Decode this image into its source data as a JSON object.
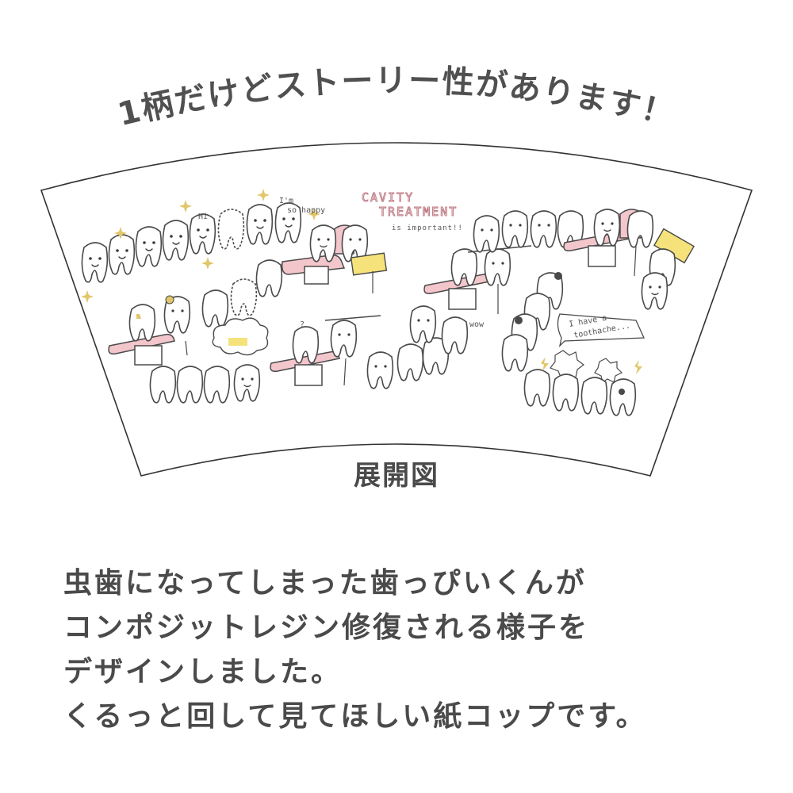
{
  "headline": "1柄だけどストーリー性があります！",
  "artwork": {
    "title_line1": "CAVITY",
    "title_line2": "TREATMENT",
    "title_line3": "is important!!",
    "bubbles": {
      "hi": "Hi",
      "happy_line1": "I'm",
      "happy_line2": "so happy",
      "question": "?",
      "wow": "wow",
      "toothache_line1": "I have a",
      "toothache_line2": "toothache..."
    }
  },
  "caption": "展開図",
  "description": [
    "虫歯になってしまった歯っぴいくんが",
    "コンポジットレジン修復される様子を",
    "デザインしました。",
    "くるっと回して見てほしい紙コップです。"
  ],
  "colors": {
    "text": "#4a4a4a",
    "chair_pink": "#f3c6cc",
    "sparkle_gold": "#e2c66a",
    "clipboard_yellow": "#f5e27a",
    "title_pink": "#c07c86"
  }
}
